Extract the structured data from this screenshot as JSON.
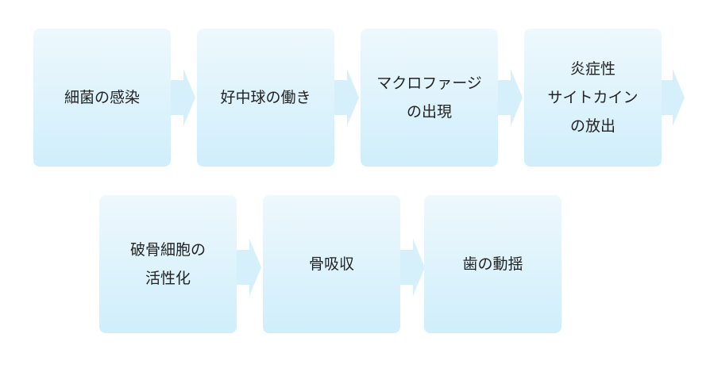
{
  "flow": {
    "row1": [
      {
        "label": "細菌の感染"
      },
      {
        "label": "好中球の働き"
      },
      {
        "label": "マクロファージ\nの出現"
      },
      {
        "label": "炎症性\nサイトカイン\nの放出"
      }
    ],
    "row2": [
      {
        "label": "破骨細胞の\n活性化"
      },
      {
        "label": "骨吸収"
      },
      {
        "label": "歯の動揺"
      }
    ]
  }
}
